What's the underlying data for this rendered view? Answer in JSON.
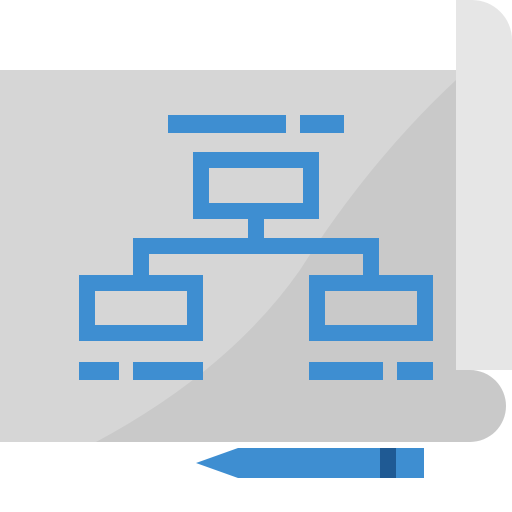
{
  "icon": {
    "name": "blueprint-flowchart-icon",
    "parts": [
      "paper-roll",
      "flowchart-diagram",
      "pencil"
    ]
  },
  "colors": {
    "background": "#ffffff",
    "paper": "#c9c9c9",
    "paper_highlight": "#d6d6d6",
    "paper_roll": "#e6e6e6",
    "diagram_blue": "#3e8ed1",
    "pencil_body": "#3e8ed1",
    "pencil_band": "#1f5a94"
  }
}
